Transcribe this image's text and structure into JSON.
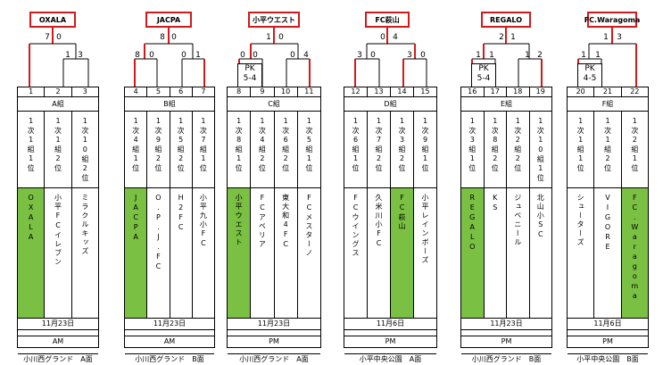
{
  "groups": [
    {
      "id": "a",
      "name": "A組",
      "winner": "OXALA",
      "final_scores": [
        "7",
        "0"
      ],
      "semi_scores": [
        "1",
        "3"
      ],
      "semi_pk": null,
      "numbers": [
        "1",
        "2",
        "3"
      ],
      "seeds": [
        "1次1組1位",
        "1次1組2位",
        "1次10組2位"
      ],
      "teams": [
        "OXALA",
        "小平FCイレブン",
        "ミラクルキッズ"
      ],
      "win_index": 0,
      "date": "11月23日",
      "time": "AM",
      "venue": "小川西グランド　A面"
    },
    {
      "id": "b",
      "name": "B組",
      "winner": "JACPA",
      "final_scores": [
        "8",
        "0"
      ],
      "semi_scores": [
        "8",
        "0",
        "0",
        "1"
      ],
      "semi_pk": null,
      "numbers": [
        "4",
        "5",
        "6",
        "7"
      ],
      "seeds": [
        "1次4組1位",
        "1次9組2位",
        "1次5組2位",
        "1次7組1位"
      ],
      "teams": [
        "JACPA",
        "O.P.J.FC",
        "H2FC",
        "小平九小FC"
      ],
      "win_index": 0,
      "date": "11月23日",
      "time": "AM",
      "venue": "小川西グランド　B面"
    },
    {
      "id": "c",
      "name": "C組",
      "winner": "小平ウエスト",
      "final_scores": [
        "1",
        "0"
      ],
      "semi_scores": [
        "0",
        "0",
        "0",
        "4"
      ],
      "semi_pk": [
        "PK",
        "5-4"
      ],
      "numbers": [
        "8",
        "9",
        "10",
        "11"
      ],
      "seeds": [
        "1次8組1位",
        "1次4組2位",
        "1次6組2位",
        "1次5組1位"
      ],
      "teams": [
        "小平ウエスト",
        "FCアベリア",
        "東大和4FC",
        "FCメスターノ"
      ],
      "win_index": 0,
      "date": "11月23日",
      "time": "PM",
      "venue": "小川西グランド　A面"
    },
    {
      "id": "d",
      "name": "D組",
      "winner": "FC萩山",
      "final_scores": [
        "0",
        "4"
      ],
      "semi_scores": [
        "3",
        "0",
        "3",
        "0"
      ],
      "semi_pk": null,
      "numbers": [
        "12",
        "13",
        "14",
        "15"
      ],
      "seeds": [
        "1次6組1位",
        "1次7組2位",
        "1次3組2位",
        "1次9組1位"
      ],
      "teams": [
        "FCウイングス",
        "久米川小FC",
        "FC萩山",
        "小平レインボーズ"
      ],
      "win_index": 2,
      "date": "11月6日",
      "time": "PM",
      "venue": "小平中央公園　A面"
    },
    {
      "id": "e",
      "name": "E組",
      "winner": "REGALO",
      "final_scores": [
        "2",
        "1"
      ],
      "semi_scores": [
        "1",
        "1",
        "1",
        "2"
      ],
      "semi_pk": [
        "PK",
        "5-4"
      ],
      "numbers": [
        "16",
        "17",
        "18",
        "19"
      ],
      "seeds": [
        "1次3組1位",
        "1次8組2位",
        "1次2組2位",
        "1次10組1位"
      ],
      "teams": [
        "REGALO",
        "KS",
        "ジュベニール",
        "北山小SC"
      ],
      "win_index": 0,
      "date": "11月23日",
      "time": "PM",
      "venue": "小川西グランド　B面"
    },
    {
      "id": "f",
      "name": "F組",
      "winner": "FC.Waragoma",
      "final_scores": [
        "1",
        "3"
      ],
      "semi_scores": [
        "1",
        "1"
      ],
      "semi_pk": [
        "PK",
        "4-5"
      ],
      "numbers": [
        "20",
        "21",
        "22"
      ],
      "seeds": [
        "1次1組1位",
        "1次1組2位",
        "1次2組1位"
      ],
      "teams": [
        "シューターズ",
        "VIGORE",
        "FC.Waragoma"
      ],
      "win_index": 2,
      "date": "11月6日",
      "time": "PM",
      "venue": "小平中央公園　B面"
    }
  ],
  "colors": {
    "win_line": "#d11a1a",
    "win_cell": "#7ac043",
    "line": "#000000"
  }
}
